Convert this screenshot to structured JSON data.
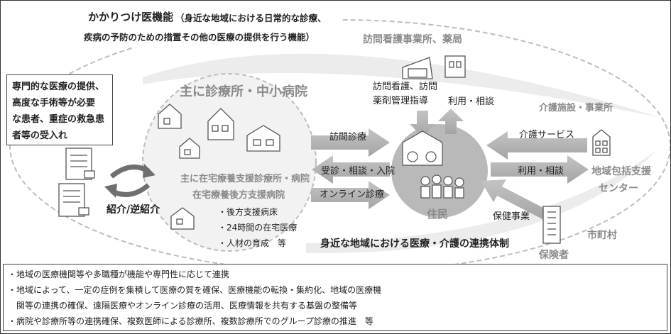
{
  "kakaritsuke": {
    "title": "かかりつけ医機能",
    "desc_line1": "（身近な地域における日常的な診療、",
    "desc_line2": "疾病の予防のための措置その他の医療の提供を行う機能）"
  },
  "specialized": {
    "lines": [
      "専門的な医療の提供、",
      "高度な手術等が必要",
      "な患者、重症の救急患",
      "者等の受入れ"
    ]
  },
  "referral": "紹介/逆紹介",
  "clinics": {
    "title": "主に診療所・中小病院",
    "home_support_line1": "主に在宅療養支援診療所・病院",
    "home_support_line2": "在宅療養後方支援病院",
    "bullets": [
      "・後方支援病床",
      "・24時間の在宅医療",
      "・人材の育成　等"
    ]
  },
  "arrows": {
    "home_visit": "訪問診療",
    "consult": "受診・相談・入院",
    "online": "オンライン診療",
    "use_consult_top": "利用・相談",
    "care_service": "介護サービス",
    "use_consult_right": "利用・相談",
    "health_service": "保健事業"
  },
  "nursing": {
    "title": "訪問看護事業所、薬局",
    "line1": "訪問看護、訪問",
    "line2": "薬剤管理指導"
  },
  "care_facility": "介護施設・事業所",
  "community_center": {
    "line1": "地域包括支援",
    "line2": "センター"
  },
  "municipality": "市町村",
  "insurer": "保険者",
  "resident": "住民",
  "system_label": "身近な地域における医療・介護の連携体制",
  "notes": [
    "・地域の医療機関等や多職種が機能や専門性に応じて連携",
    "・地域によって、一定の症例を集積して医療の質を確保、医療機能の転換・集約化、地域の医療機",
    "　関等の連携の確保、遠隔医療やオンライン診療の活用、医療情報を共有する基盤の整備等",
    "・病院や診療所等の連携確保、複数医師による診療所、複数診療所でのグループ診療の推進　等"
  ]
}
